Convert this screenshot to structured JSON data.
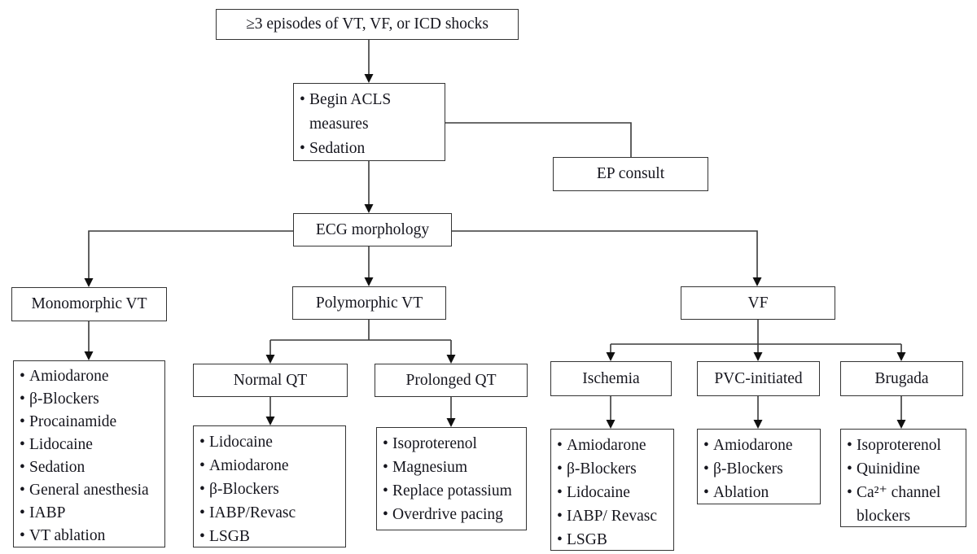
{
  "colors": {
    "background": "#ffffff",
    "box_border": "#343434",
    "line": "#3a3a3a",
    "text": "#16161e"
  },
  "nodes": {
    "episodes": {
      "label": "≥3 episodes of VT, VF, or ICD shocks"
    },
    "acls": {
      "items": [
        "Begin ACLS\nmeasures",
        "Sedation"
      ]
    },
    "ep_consult": {
      "label": "EP consult"
    },
    "ecg": {
      "label": "ECG morphology"
    },
    "monomorphic": {
      "label": "Monomorphic VT",
      "items": [
        "Amiodarone",
        "β-Blockers",
        "Procainamide",
        "Lidocaine",
        "Sedation",
        "General anesthesia",
        "IABP",
        "VT ablation"
      ]
    },
    "polymorphic": {
      "label": "Polymorphic VT"
    },
    "vf": {
      "label": "VF"
    },
    "normal_qt": {
      "label": "Normal QT",
      "items": [
        "Lidocaine",
        "Amiodarone",
        "β-Blockers",
        "IABP/Revasc",
        "LSGB"
      ]
    },
    "prolonged_qt": {
      "label": "Prolonged QT",
      "items": [
        "Isoproterenol",
        "Magnesium",
        "Replace potassium",
        "Overdrive pacing"
      ]
    },
    "ischemia": {
      "label": "Ischemia",
      "items": [
        "Amiodarone",
        "β-Blockers",
        "Lidocaine",
        "IABP/ Revasc",
        "LSGB"
      ]
    },
    "pvc": {
      "label": "PVC-initiated",
      "items": [
        "Amiodarone",
        "β-Blockers",
        "Ablation"
      ]
    },
    "brugada": {
      "label": "Brugada",
      "items": [
        "Isoproterenol",
        "Quinidine",
        "Ca²⁺ channel\nblockers"
      ]
    }
  }
}
